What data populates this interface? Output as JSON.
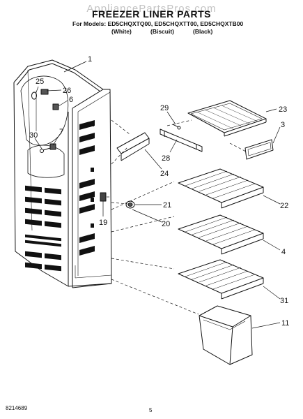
{
  "header": {
    "watermark": "AppliancePartsPros.com",
    "title": "FREEZER LINER PARTS",
    "models_label": "For Models:",
    "models": [
      "ED5CHQXTQ00,",
      "ED5CHQXTT00,",
      "ED5CHQXTB00"
    ],
    "colors": [
      "(White)",
      "(Biscuit)",
      "(Black)"
    ]
  },
  "callouts": {
    "c1": "1",
    "c25": "25",
    "c26": "26",
    "c6": "6",
    "c30": "30",
    "c7": "7",
    "c29": "29",
    "c23": "23",
    "c3": "3",
    "c28": "28",
    "c24": "24",
    "c22": "22",
    "c21": "21",
    "c20": "20",
    "c19": "19",
    "c4": "4",
    "c31": "31",
    "c11": "11"
  },
  "footer": {
    "doc_number": "8214689",
    "page_number": "5"
  }
}
